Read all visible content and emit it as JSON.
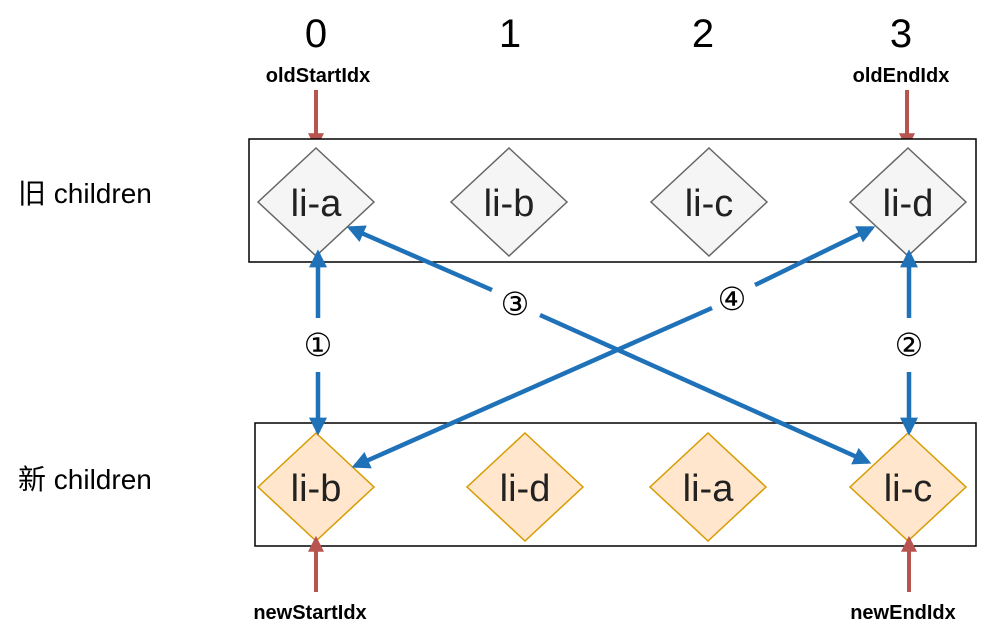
{
  "indices": [
    "0",
    "1",
    "2",
    "3"
  ],
  "pointers": {
    "old_start": "oldStartIdx",
    "old_end": "oldEndIdx",
    "new_start": "newStartIdx",
    "new_end": "newEndIdx"
  },
  "rows": {
    "old_label": "旧 children",
    "new_label": "新 children"
  },
  "old_children": [
    "li-a",
    "li-b",
    "li-c",
    "li-d"
  ],
  "new_children": [
    "li-b",
    "li-d",
    "li-a",
    "li-c"
  ],
  "steps": [
    "①",
    "②",
    "③",
    "④"
  ],
  "colors": {
    "pointer_arrow": "#b85450",
    "compare_arrow": "#1f72b8",
    "old_node_fill": "#f5f5f5",
    "old_node_stroke": "#666666",
    "new_node_fill": "#ffe6cc",
    "new_node_stroke": "#d79b00"
  }
}
